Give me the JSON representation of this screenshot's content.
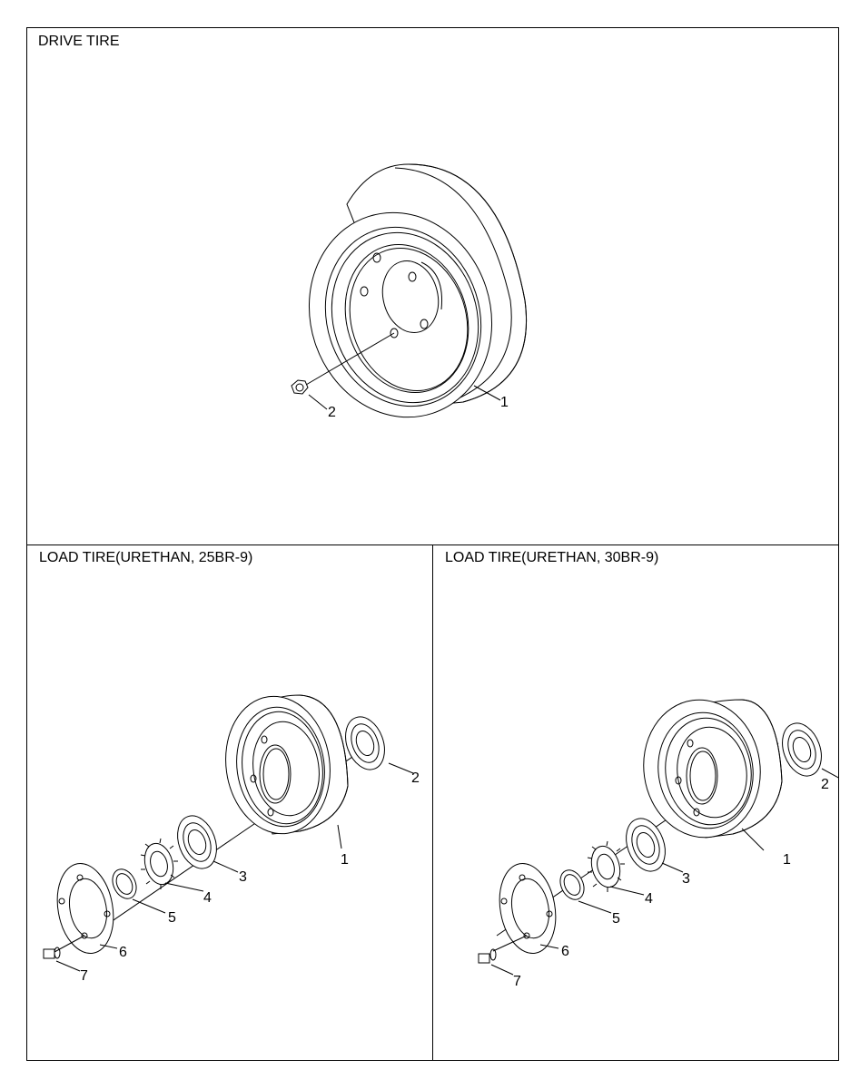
{
  "panels": {
    "drive": {
      "title": "DRIVE TIRE",
      "callouts": [
        "1",
        "2"
      ]
    },
    "load_25": {
      "title": "LOAD TIRE(URETHAN, 25BR-9)",
      "callouts": [
        "1",
        "2",
        "3",
        "4",
        "5",
        "6",
        "7"
      ]
    },
    "load_30": {
      "title": "LOAD TIRE(URETHAN, 30BR-9)",
      "callouts": [
        "1",
        "2",
        "3",
        "4",
        "5",
        "6",
        "7"
      ]
    }
  }
}
